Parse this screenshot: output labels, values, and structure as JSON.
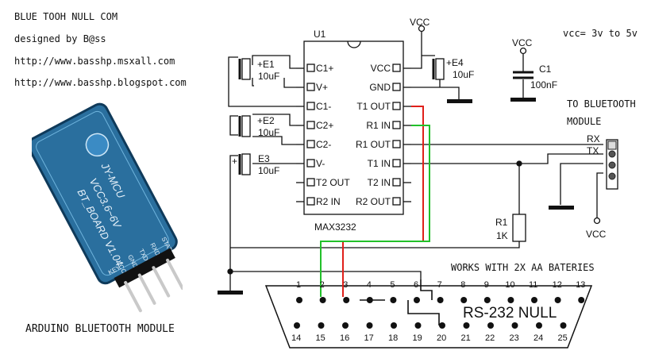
{
  "header": {
    "title": "BLUE TOOH NULL COM",
    "designer": "designed by B@ss",
    "url1": "http://www.basshp.msxall.com",
    "url2": "http://www.basshp.blogspot.com"
  },
  "module": {
    "caption": "ARDUINO BLUETOOTH MODULE",
    "silk_line1": "BT_BOARD V1.04",
    "silk_line2": "VCC3.6~6V",
    "silk_line3": "JY-MCU",
    "pins": [
      "KEY",
      "VCC",
      "GND",
      "TXD",
      "RXD",
      "STATE"
    ]
  },
  "ic": {
    "ref": "U1",
    "part": "MAX3232",
    "left_pins": [
      "C1+",
      "V+",
      "C1-",
      "C2+",
      "C2-",
      "V-",
      "T2 OUT",
      "R2 IN"
    ],
    "right_pins": [
      "VCC",
      "GND",
      "T1 OUT",
      "R1 IN",
      "R1 OUT",
      "T1 IN",
      "T2 IN",
      "R2 OUT"
    ]
  },
  "components": {
    "e1": {
      "ref": "E1",
      "value": "10uF",
      "plus": "+"
    },
    "e2": {
      "ref": "E2",
      "value": "10uF",
      "plus": "+"
    },
    "e3": {
      "ref": "E3",
      "value": "10uF",
      "plus": "+"
    },
    "e4": {
      "ref": "E4",
      "value": "10uF",
      "plus": "+"
    },
    "c1": {
      "ref": "C1",
      "value": "100nF"
    },
    "r1": {
      "ref": "R1",
      "value": "1K"
    }
  },
  "power": {
    "vcc_ic": "VCC",
    "vcc_c1": "VCC",
    "vcc_r1": "VCC",
    "range": "vcc= 3v to 5v"
  },
  "bluetooth_header": {
    "title_line1": "TO BLUETOOTH",
    "title_line2": "MODULE",
    "rx": "RX",
    "tx": "TX"
  },
  "connector": {
    "note": "WORKS WITH 2X AA BATERIES",
    "title": "RS-232 NULL",
    "top_pins": [
      "1",
      "2",
      "3",
      "4",
      "5",
      "6",
      "7",
      "8",
      "9",
      "10",
      "11",
      "12",
      "13"
    ],
    "bottom_pins": [
      "14",
      "15",
      "16",
      "17",
      "18",
      "19",
      "20",
      "21",
      "22",
      "23",
      "24",
      "25"
    ]
  },
  "colors": {
    "wire": "#111111",
    "red_wire": "#e0201a",
    "green_wire": "#22c02a",
    "module_blue": "#2a6f9e"
  }
}
